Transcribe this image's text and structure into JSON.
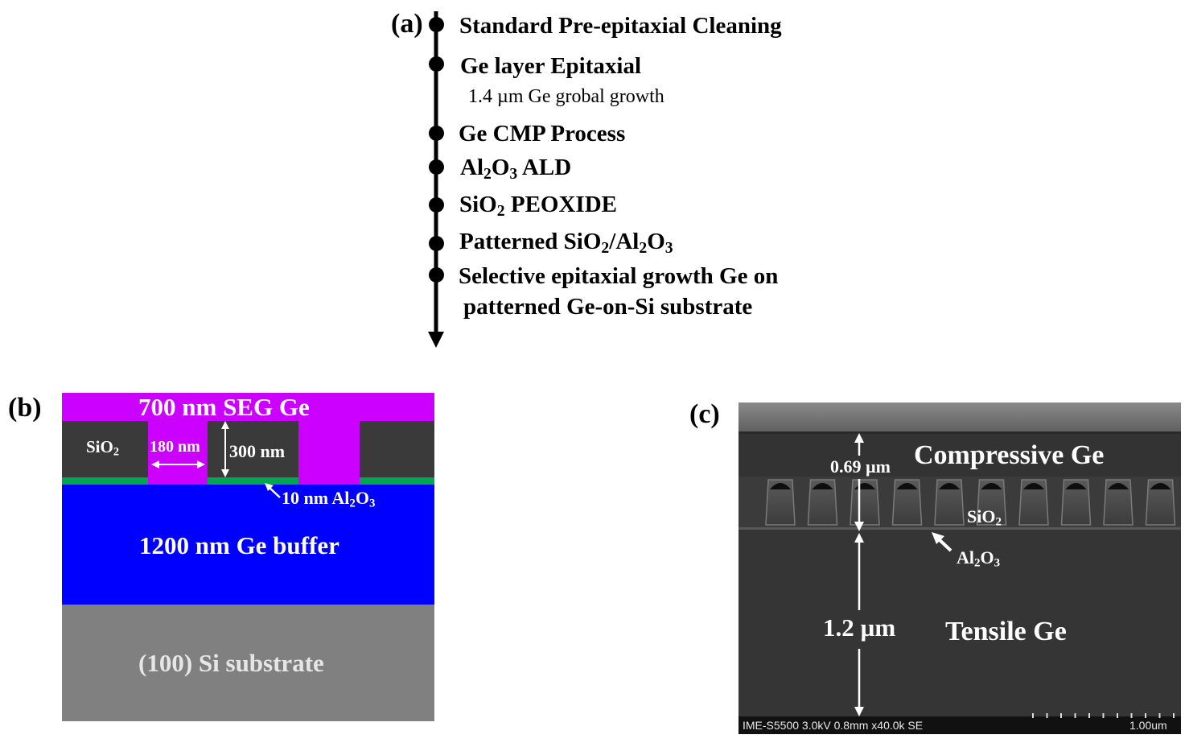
{
  "panel_a": {
    "label": "(a)",
    "steps": [
      {
        "title": "Standard Pre-epitaxial Cleaning"
      },
      {
        "title": "Ge layer Epitaxial",
        "sub": "1.4 µm Ge grobal growth"
      },
      {
        "title": "Ge CMP Process"
      },
      {
        "title_html": "Al<sub>2</sub>O<sub>3</sub> ALD",
        "title": "Al2O3 ALD"
      },
      {
        "title_html": "SiO<sub>2</sub> PEOXIDE",
        "title": "SiO2 PEOXIDE"
      },
      {
        "title_html": "Patterned SiO<sub>2</sub>/Al<sub>2</sub>O<sub>3</sub>",
        "title": "Patterned SiO2/Al2O3"
      },
      {
        "title": "Selective epitaxial growth Ge on",
        "title_line2": "patterned Ge-on-Si substrate"
      }
    ]
  },
  "panel_b": {
    "label": "(b)",
    "seg_ge": "700 nm SEG Ge",
    "sio2": "SiO",
    "sio2_sub": "2",
    "width_label": "180 nm",
    "height_label": "300 nm",
    "al2o3_label": "10 nm Al",
    "al2o3_sub1": "2",
    "al2o3_mid": "O",
    "al2o3_sub2": "3",
    "buffer": "1200 nm Ge buffer",
    "substrate": "(100) Si substrate",
    "colors": {
      "seg": "#cc00ff",
      "oxide": "#3a3a3a",
      "al2o3": "#00a651",
      "buffer": "#0000ff",
      "substrate": "#808080"
    }
  },
  "panel_c": {
    "label": "(c)",
    "top_thickness": "0.69 µm",
    "compressive": "Compressive Ge",
    "sio2": "SiO",
    "sio2_sub": "2",
    "al2o3": "Al",
    "al2o3_sub1": "2",
    "al2o3_mid": "O",
    "al2o3_sub2": "3",
    "bottom_thickness": "1.2 µm",
    "tensile": "Tensile Ge",
    "sem_info": "IME-S5500 3.0kV 0.8mm x40.0k SE",
    "scale_bar": "1.00um"
  }
}
